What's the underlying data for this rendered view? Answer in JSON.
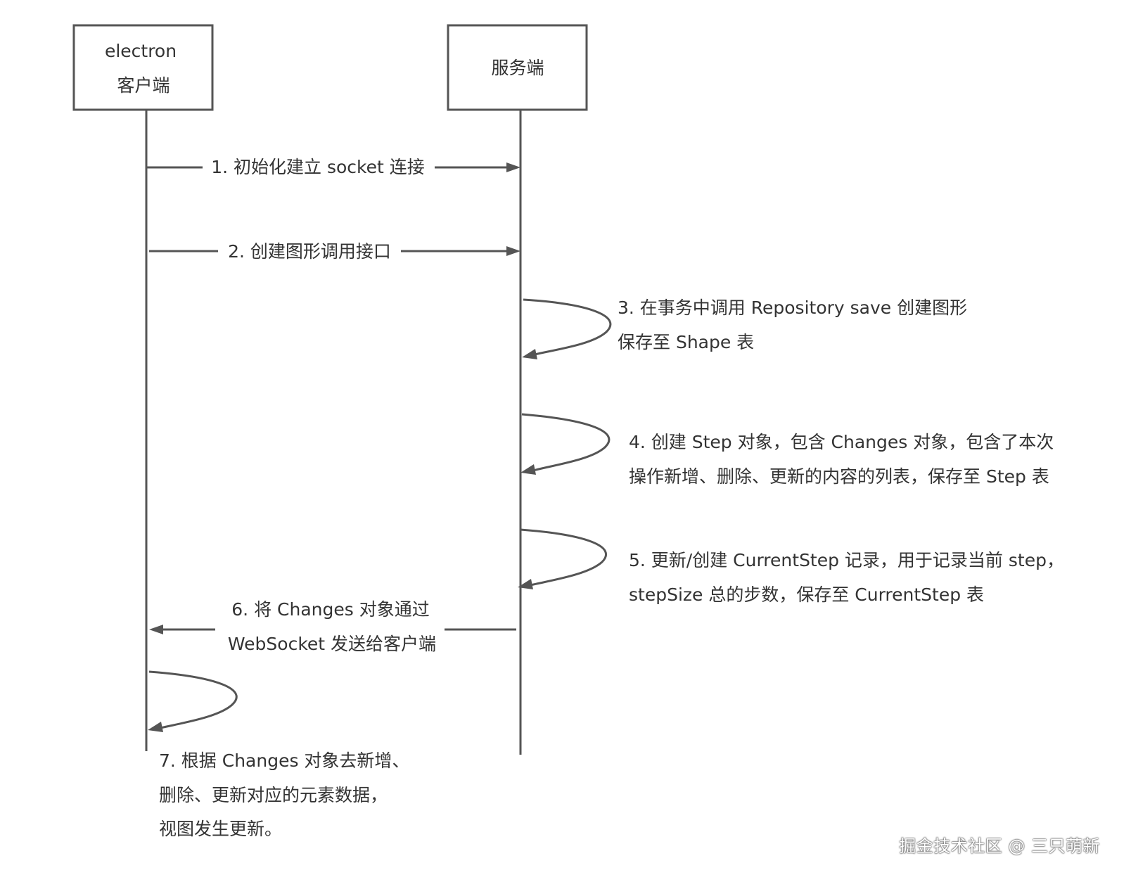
{
  "actors": {
    "client": {
      "lines": [
        "electron",
        "客户端"
      ]
    },
    "server": {
      "lines": [
        "服务端"
      ]
    }
  },
  "messages": [
    {
      "id": "m1",
      "lines": [
        "1. 初始化建立 socket 连接"
      ]
    },
    {
      "id": "m2",
      "lines": [
        "2. 创建图形调用接口"
      ]
    },
    {
      "id": "m3",
      "lines": [
        "3. 在事务中调用 Repository save 创建图形",
        "保存至 Shape 表"
      ]
    },
    {
      "id": "m4",
      "lines": [
        "4. 创建 Step 对象，包含 Changes 对象，包含了本次",
        "操作新增、删除、更新的内容的列表，保存至 Step 表"
      ]
    },
    {
      "id": "m5",
      "lines": [
        "5. 更新/创建 CurrentStep 记录，用于记录当前 step，",
        "stepSize 总的步数，保存至 CurrentStep 表"
      ]
    },
    {
      "id": "m6",
      "lines": [
        "6. 将 Changes 对象通过",
        "WebSocket 发送给客户端"
      ]
    },
    {
      "id": "m7",
      "lines": [
        "7. 根据 Changes 对象去新增、",
        "删除、更新对应的元素数据，",
        "视图发生更新。"
      ]
    }
  ],
  "watermark": "掘金技术社区 @ 三只萌新",
  "colors": {
    "stroke": "#555555",
    "text": "#333333",
    "background": "#ffffff"
  }
}
